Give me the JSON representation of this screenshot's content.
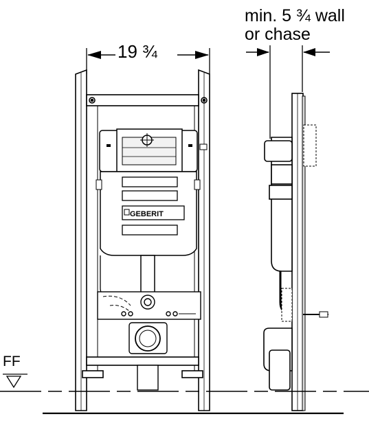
{
  "dimensions": {
    "frame_width": "19 ¾",
    "wall_depth_line1": "min. 5 ¾ wall",
    "wall_depth_line2": "or chase"
  },
  "floor_label": "FF",
  "cistern_brand": "GEBERIT",
  "colors": {
    "line": "#000000",
    "panel_fill": "#f2f2f2",
    "background": "#ffffff"
  }
}
